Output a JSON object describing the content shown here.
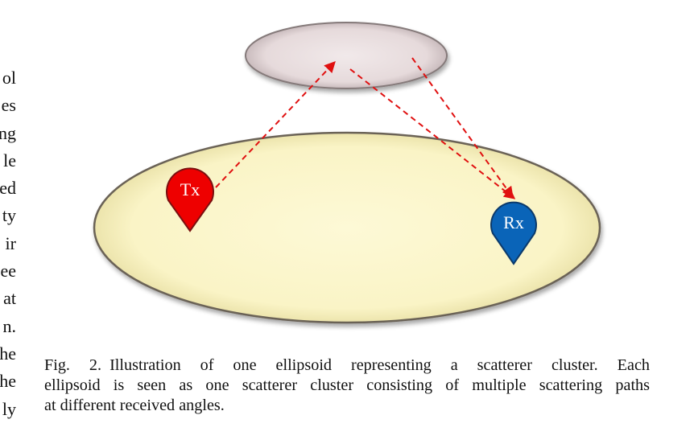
{
  "left_column_fragments": [
    "ol",
    "es",
    "ng",
    "le",
    "ed",
    "ty",
    "ir",
    "ee",
    "at",
    "n.",
    "he",
    "he",
    "ly"
  ],
  "figure": {
    "upper_ellipsoid_color": "#eadfe0",
    "lower_ellipsoid_color": "#fbf6c8",
    "ray_color": "#e01010",
    "tx": {
      "label": "Tx",
      "color": "#ee0000"
    },
    "rx": {
      "label": "Rx",
      "color": "#0a64b8"
    }
  },
  "caption": {
    "label": "Fig. 2.",
    "lines": [
      "Illustration of one ellipsoid representing a scatterer cluster. Each",
      "ellipsoid is seen as one scatterer cluster consisting of multiple scattering paths",
      "at different received angles."
    ]
  }
}
